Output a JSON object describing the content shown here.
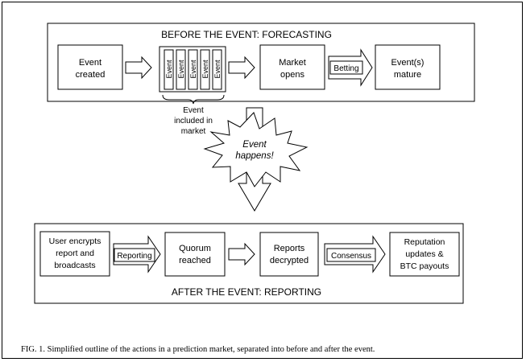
{
  "before": {
    "title": "BEFORE THE EVENT: FORECASTING",
    "event_created": [
      "Event",
      "created"
    ],
    "event_stack": [
      "Event",
      "Event",
      "Event",
      "Event",
      "Event"
    ],
    "market_opens": [
      "Market",
      "opens"
    ],
    "betting": "Betting",
    "events_mature": [
      "Event(s)",
      "mature"
    ],
    "included_note": [
      "Event",
      "included in",
      "market"
    ]
  },
  "event_happens": [
    "Event",
    "happens!"
  ],
  "after": {
    "title": "AFTER THE EVENT: REPORTING",
    "user_encrypts": [
      "User encrypts",
      "report and",
      "broadcasts"
    ],
    "reporting": "Reporting",
    "quorum": [
      "Quorum",
      "reached"
    ],
    "reports_decrypted": [
      "Reports",
      "decrypted"
    ],
    "consensus": "Consensus",
    "reputation": [
      "Reputation",
      "updates &",
      "BTC payouts"
    ]
  },
  "caption": "FIG. 1. Simplified outline of the actions in a prediction market, separated into before and after the event."
}
